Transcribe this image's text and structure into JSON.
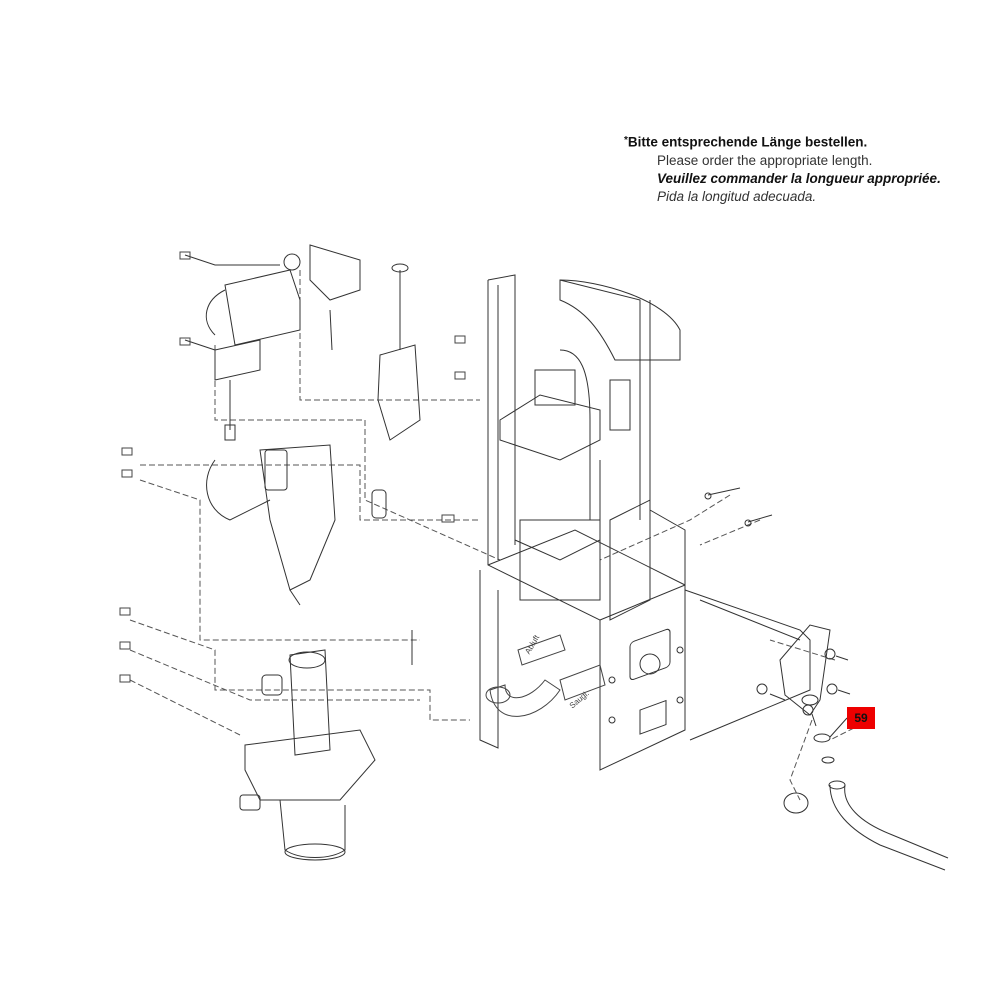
{
  "note": {
    "asterisk": "*",
    "de": "Bitte entsprechende Länge bestellen.",
    "en": "Please order the appropriate length.",
    "fr": "Veuillez commander la longueur appropriée.",
    "es": "Pida la longitud adecuada."
  },
  "callout": {
    "label": "59",
    "color": "#ee0000"
  },
  "hose_labels": {
    "exhaust": "Abluft",
    "intake": "Saugl."
  }
}
